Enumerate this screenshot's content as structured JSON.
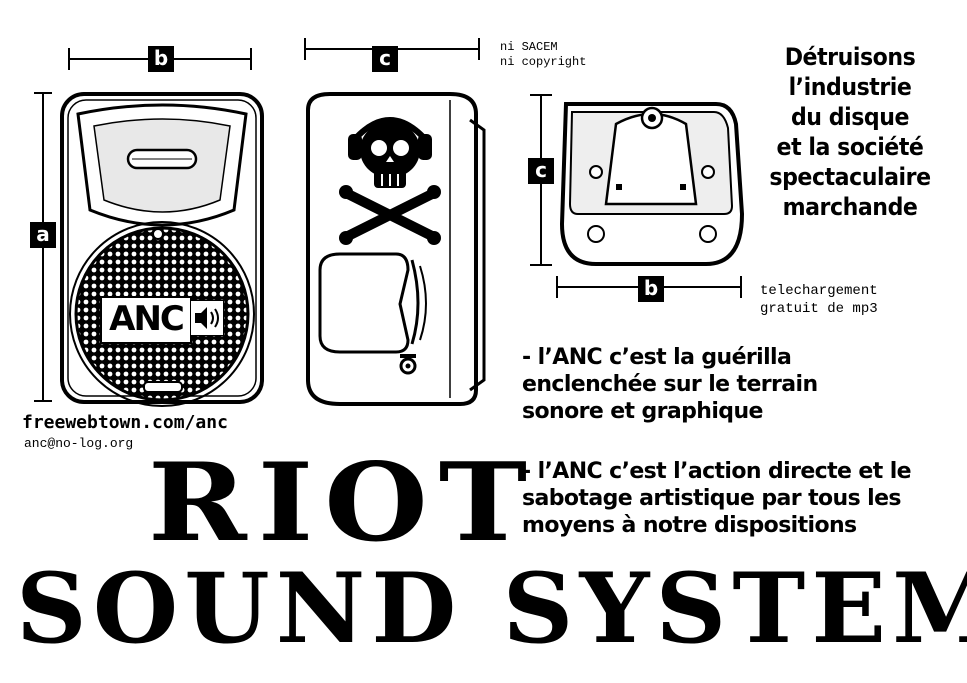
{
  "dimensions": {
    "label_a": "a",
    "label_b": "b",
    "label_c": "c"
  },
  "speaker_logo": {
    "text": "ANC"
  },
  "top_notes": {
    "line1": "ni SACEM",
    "line2": "ni copyright"
  },
  "headline": {
    "lines": [
      "Détruisons",
      "l’industrie",
      "du disque",
      "et la société",
      "spectaculaire",
      "marchande"
    ]
  },
  "download_note": {
    "line1": "telechargement",
    "line2": "gratuit de mp3"
  },
  "bullets": [
    {
      "lines": [
        "- l’ANC c’est la guérilla",
        "enclenchée sur le terrain",
        "sonore et graphique"
      ]
    },
    {
      "lines": [
        "- l’ANC c’est l’action directe et le",
        "sabotage artistique par tous les",
        "moyens à notre dispositions"
      ]
    }
  ],
  "contact": {
    "website": "freewebtown.com/anc",
    "email": "anc@no-log.org"
  },
  "title": {
    "line1": "RIOT",
    "line2": "SOUND SYSTEM"
  }
}
